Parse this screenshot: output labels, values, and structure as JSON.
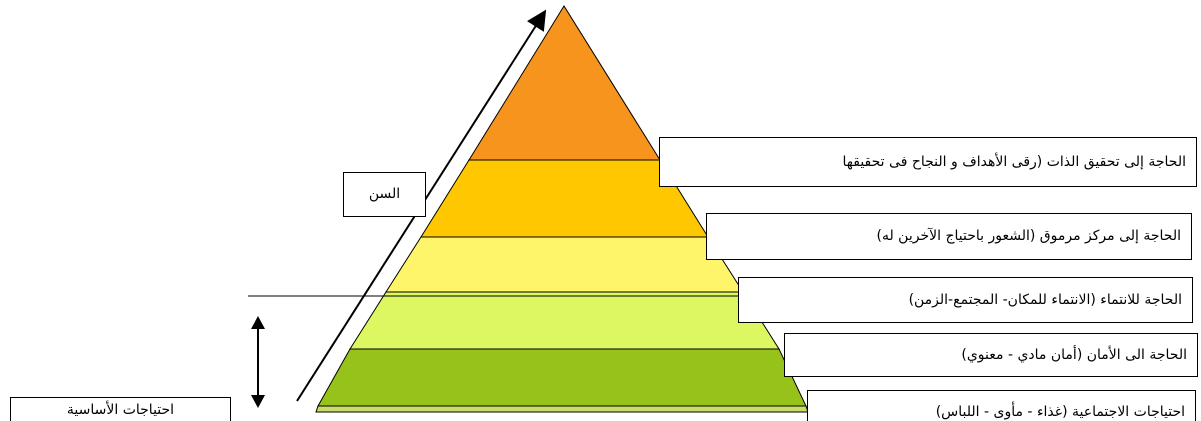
{
  "colors": {
    "level_top": "#F7941D",
    "level_2": "#FFC700",
    "level_3": "#FFF56B",
    "level_4": "#DDF763",
    "level_bottom": "#97C21A",
    "level_bottom_shade": "#C8DC6A",
    "outline": "#000000"
  },
  "levels": [
    {
      "label": "الحاجة إلى تحقيق الذات (رقى الأهداف و النجاح فى تحقيقها",
      "color_key": "level_top"
    },
    {
      "label": "الحاجة إلى مركز مرموق (الشعور باحتياج الآخرين له)",
      "color_key": "level_2"
    },
    {
      "label": "الحاجة للانتماء (الانتماء للمكان- المجتمع-الزمن)",
      "color_key": "level_3"
    },
    {
      "label": "الحاجة الى الأمان (أمان مادي - معنوي)",
      "color_key": "level_4"
    },
    {
      "label": "احتياجات الاجتماعية (غذاء - مأوى - اللباس)",
      "color_key": "level_bottom"
    }
  ],
  "age_label": "السن",
  "basic_needs_label": "احتياجات الأساسية"
}
